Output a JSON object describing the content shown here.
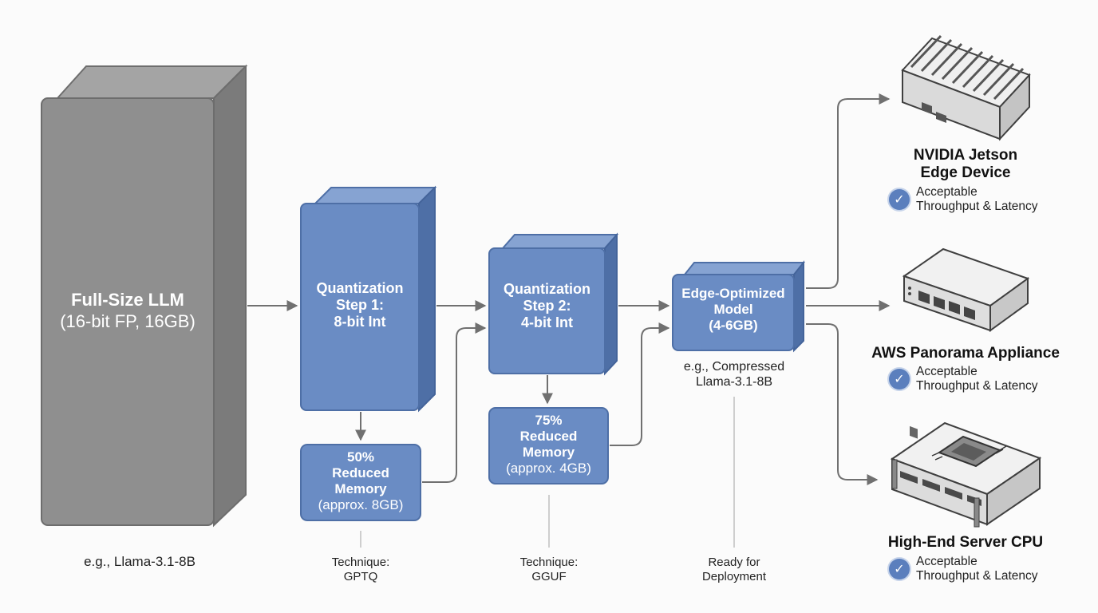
{
  "blocks": {
    "full_llm": {
      "title": "Full-Size LLM",
      "detail": "(16-bit FP, 16GB)",
      "example": "e.g., Llama-3.1-8B"
    },
    "quant1": {
      "line1": "Quantization",
      "line2": "Step 1:",
      "line3": "8-bit Int"
    },
    "quant2": {
      "line1": "Quantization",
      "line2": "Step 2:",
      "line3": "4-bit Int"
    },
    "edge_model": {
      "line1": "Edge-Optimized",
      "line2": "Model",
      "line3": "(4-6GB)",
      "example_line1": "e.g., Compressed",
      "example_line2": "Llama-3.1-8B"
    }
  },
  "memory": {
    "step1": {
      "line1": "50%",
      "line2": "Reduced",
      "line3": "Memory",
      "line4": "(approx. 8GB)"
    },
    "step2": {
      "line1": "75%",
      "line2": "Reduced",
      "line3": "Memory",
      "line4": "(approx. 4GB)"
    }
  },
  "techniques": {
    "step1": {
      "label": "Technique:",
      "value": "GPTQ"
    },
    "step2": {
      "label": "Technique:",
      "value": "GGUF"
    },
    "deploy": {
      "line1": "Ready for",
      "line2": "Deployment"
    }
  },
  "devices": [
    {
      "title_line1": "NVIDIA Jetson",
      "title_line2": "Edge Device",
      "status_line1": "Acceptable",
      "status_line2": "Throughput & Latency",
      "icon": "jetson-device-icon"
    },
    {
      "title_line1": "AWS Panorama Appliance",
      "title_line2": "",
      "status_line1": "Acceptable",
      "status_line2": "Throughput & Latency",
      "icon": "panorama-appliance-icon"
    },
    {
      "title_line1": "High-End Server CPU",
      "title_line2": "",
      "status_line1": "Acceptable",
      "status_line2": "Throughput & Latency",
      "icon": "server-cpu-icon"
    }
  ],
  "colors": {
    "block_blue": "#6a8cc4",
    "block_blue_dark": "#4e6fa6",
    "block_gray": "#8f8f8f",
    "arrow": "#707070",
    "check": "#5b7fbd"
  },
  "check_glyph": "✓"
}
